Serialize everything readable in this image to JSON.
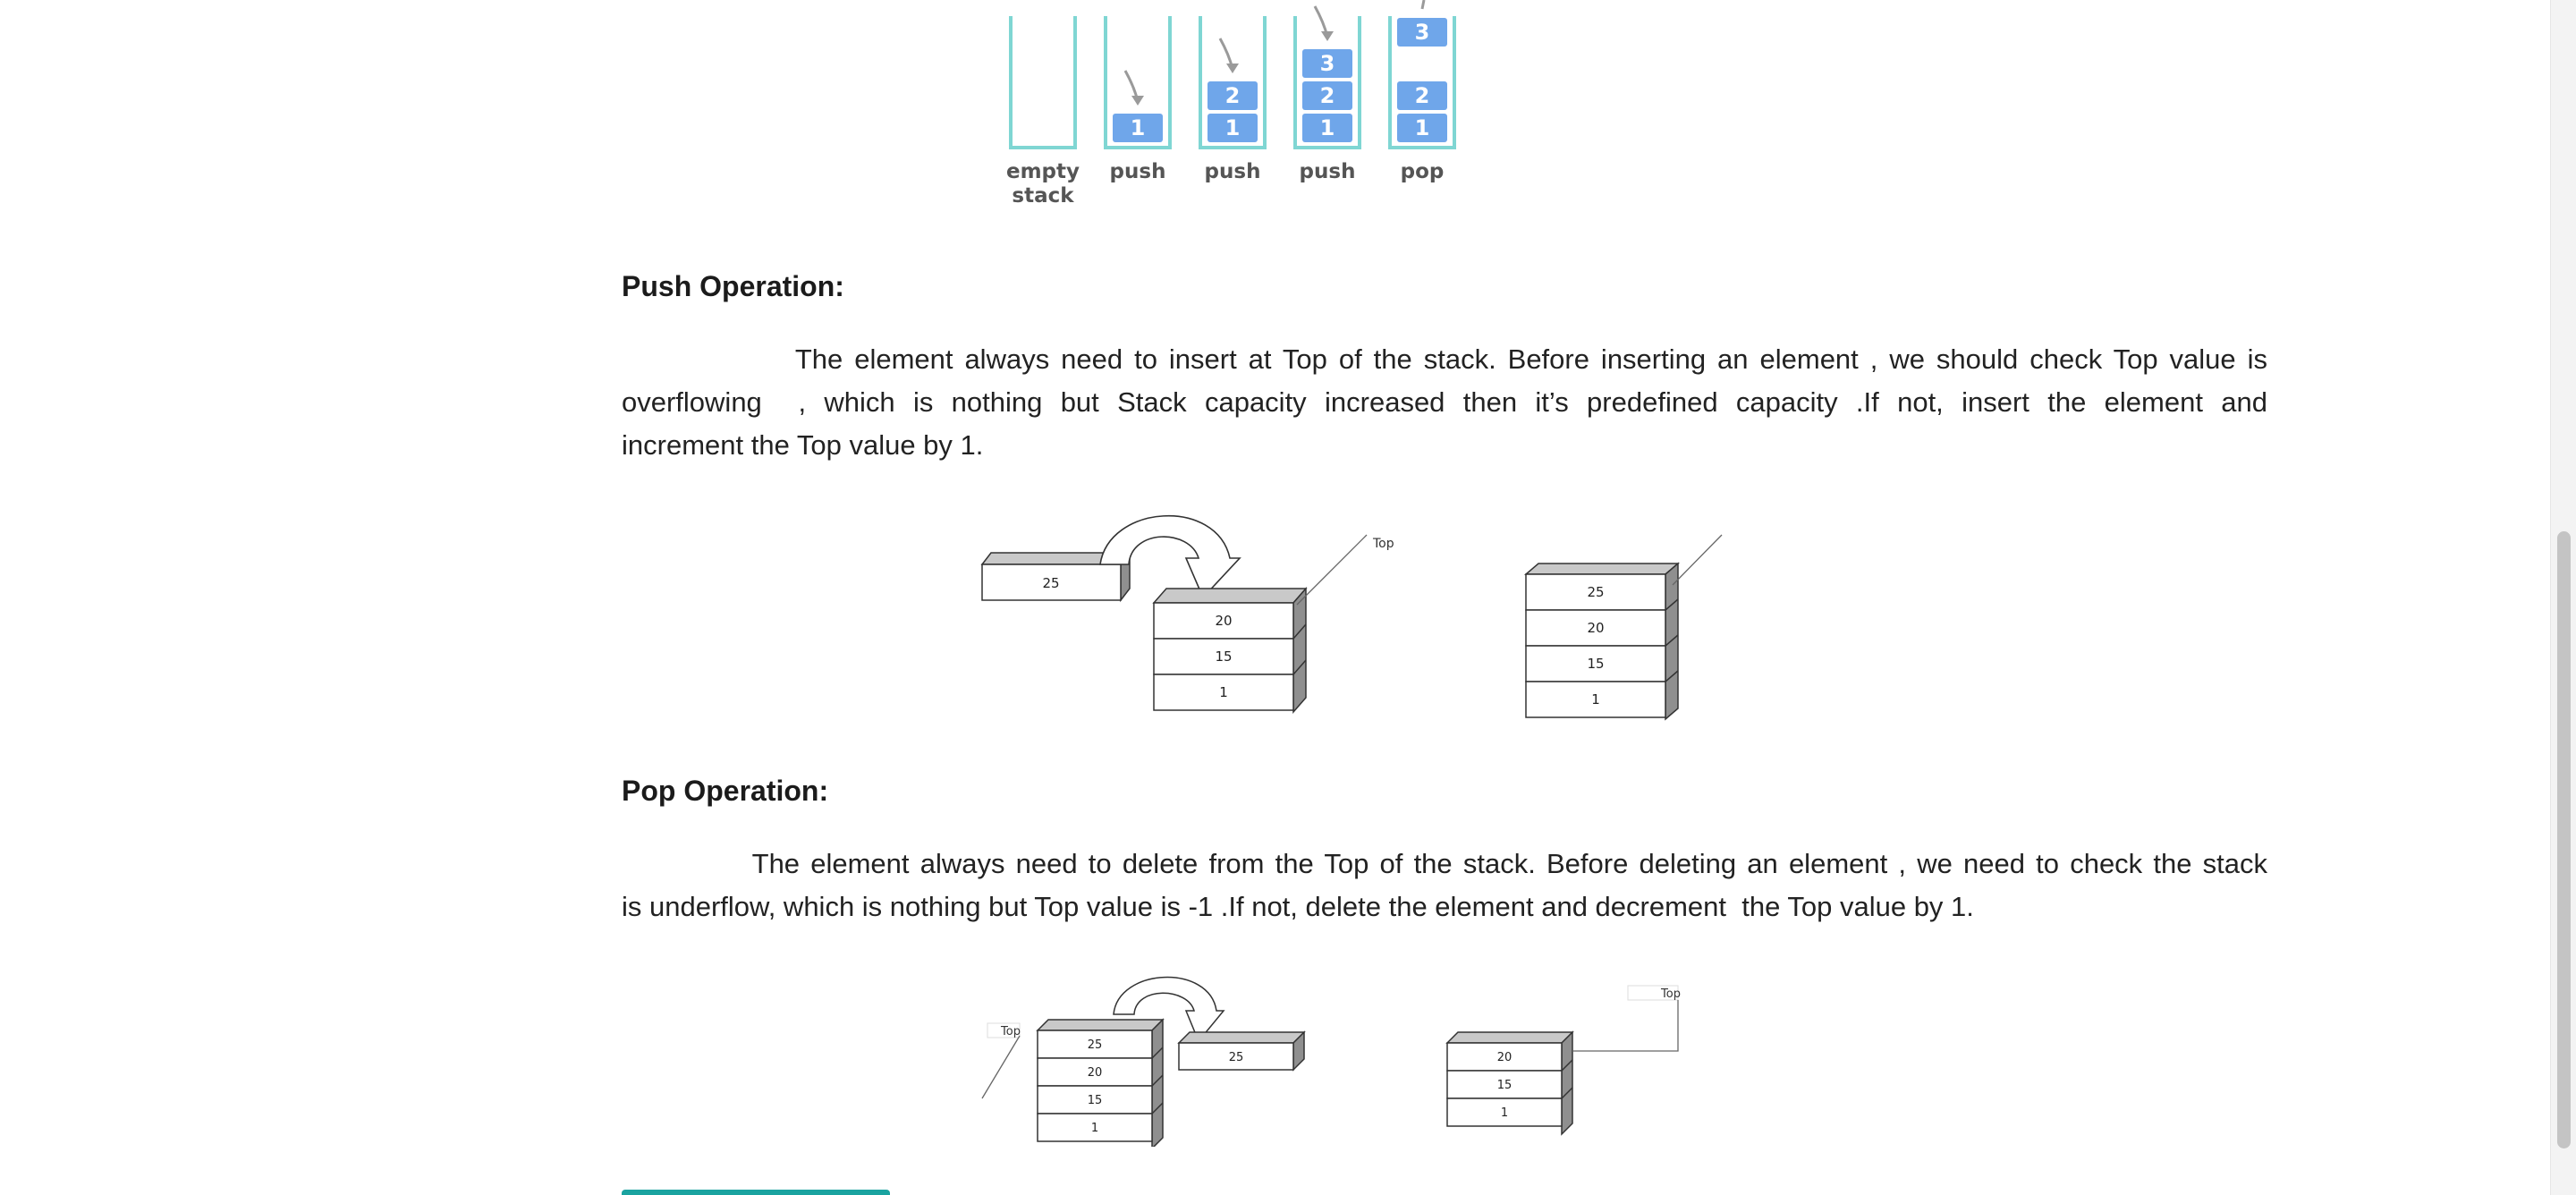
{
  "top_figure": {
    "labels": [
      "empty stack",
      "push",
      "push",
      "push",
      "pop"
    ],
    "label_lines": [
      [
        "empty",
        "stack"
      ],
      [
        "push"
      ],
      [
        "push"
      ],
      [
        "push"
      ],
      [
        "pop"
      ]
    ],
    "columns": [
      [],
      [
        "1"
      ],
      [
        "1",
        "2"
      ],
      [
        "1",
        "2",
        "3"
      ],
      [
        "1",
        "2"
      ]
    ],
    "popped": "3",
    "colors": {
      "container": "#7fd6d3",
      "block": "#6fa6ea",
      "block_text": "#ffffff",
      "arrow": "#9a9a9a",
      "label": "#555555"
    }
  },
  "push_section": {
    "heading": "Push Operation:",
    "paragraph_lines": [
      "               The element always need to insert at Top of the stack. Before inserting an element , we should check Top value is",
      "overflowing  , which is nothing but Stack capacity increased then it’s predefined capacity .If not, insert the element and",
      "increment the Top value by 1."
    ],
    "figure": {
      "incoming": "25",
      "before": [
        "20",
        "15",
        "1"
      ],
      "after": [
        "25",
        "20",
        "15",
        "1"
      ],
      "top_label": "Top"
    }
  },
  "pop_section": {
    "heading": "Pop Operation:",
    "paragraph_lines": [
      "            The element always need to delete from the Top of the stack. Before deleting an element , we need to check the stack",
      "is underflow, which is nothing but Top value is -1 .If not, delete the element and decrement  the Top value by 1."
    ],
    "figure": {
      "before": [
        "25",
        "20",
        "15",
        "1"
      ],
      "removed": "25",
      "after": [
        "20",
        "15",
        "1"
      ],
      "top_label": "Top"
    }
  }
}
